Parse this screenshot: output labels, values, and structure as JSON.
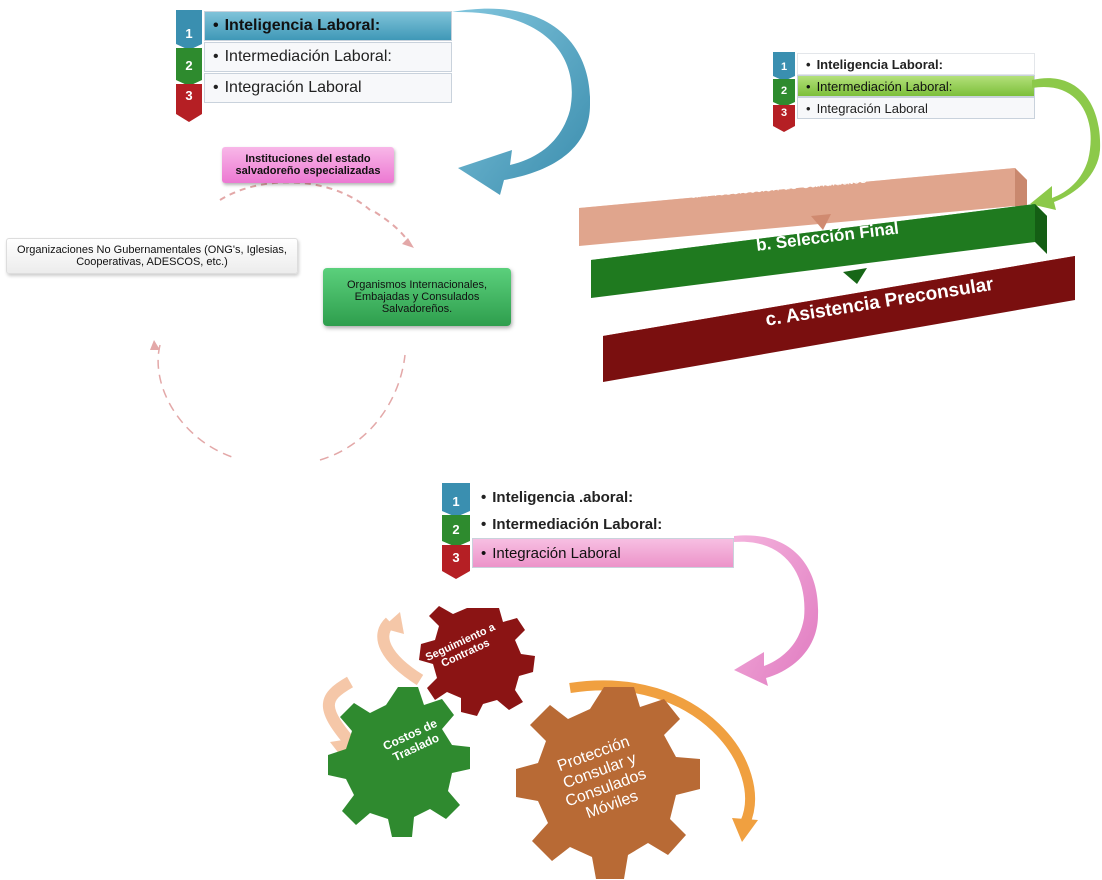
{
  "levels": {
    "num1": "1",
    "num2": "2",
    "num3": "3",
    "item1": "Inteligencia Laboral:",
    "item2": "Intermediación Laboral:",
    "item3": "Integración Laboral",
    "bullet": "•"
  },
  "panel_top_right": {
    "item1": "Inteligencia Laboral:",
    "item2": "Intermediación Laboral:",
    "item3": "Integración Laboral"
  },
  "panel_bottom": {
    "item1": "Inteligencia .aboral:",
    "item2": "Intermediación Laboral:",
    "item3": "Integración Laboral"
  },
  "cycle": {
    "instituciones": "Instituciones del estado salvadoreño especializadas",
    "ongs": "Organizaciones No Gubernamentales (ONG's, Iglesias, Cooperativas, ADESCOS, etc.)",
    "organismos": "Organismos Internacionales, Embajadas y Consulados Salvadoreños."
  },
  "stairs": {
    "a": "a. Preselección de Candidatos",
    "b": "b. Selección Final",
    "c": "c. Asistencia Preconsular"
  },
  "gears": {
    "seguimiento": "Seguimiento a Contratos",
    "costos": "Costos de Traslado",
    "proteccion": "Protección Consular y Consulados Móviles"
  },
  "colors": {
    "blue": "#3a8fb0",
    "green": "#2e8b2e",
    "red": "#b51f24",
    "salmon": "#e0a58d",
    "darkgreen": "#1f7a1f",
    "darkred": "#7a0f0f",
    "gearRed": "#8b1414",
    "gearGreen": "#2f8a2f",
    "gearOrange": "#b86a35"
  }
}
